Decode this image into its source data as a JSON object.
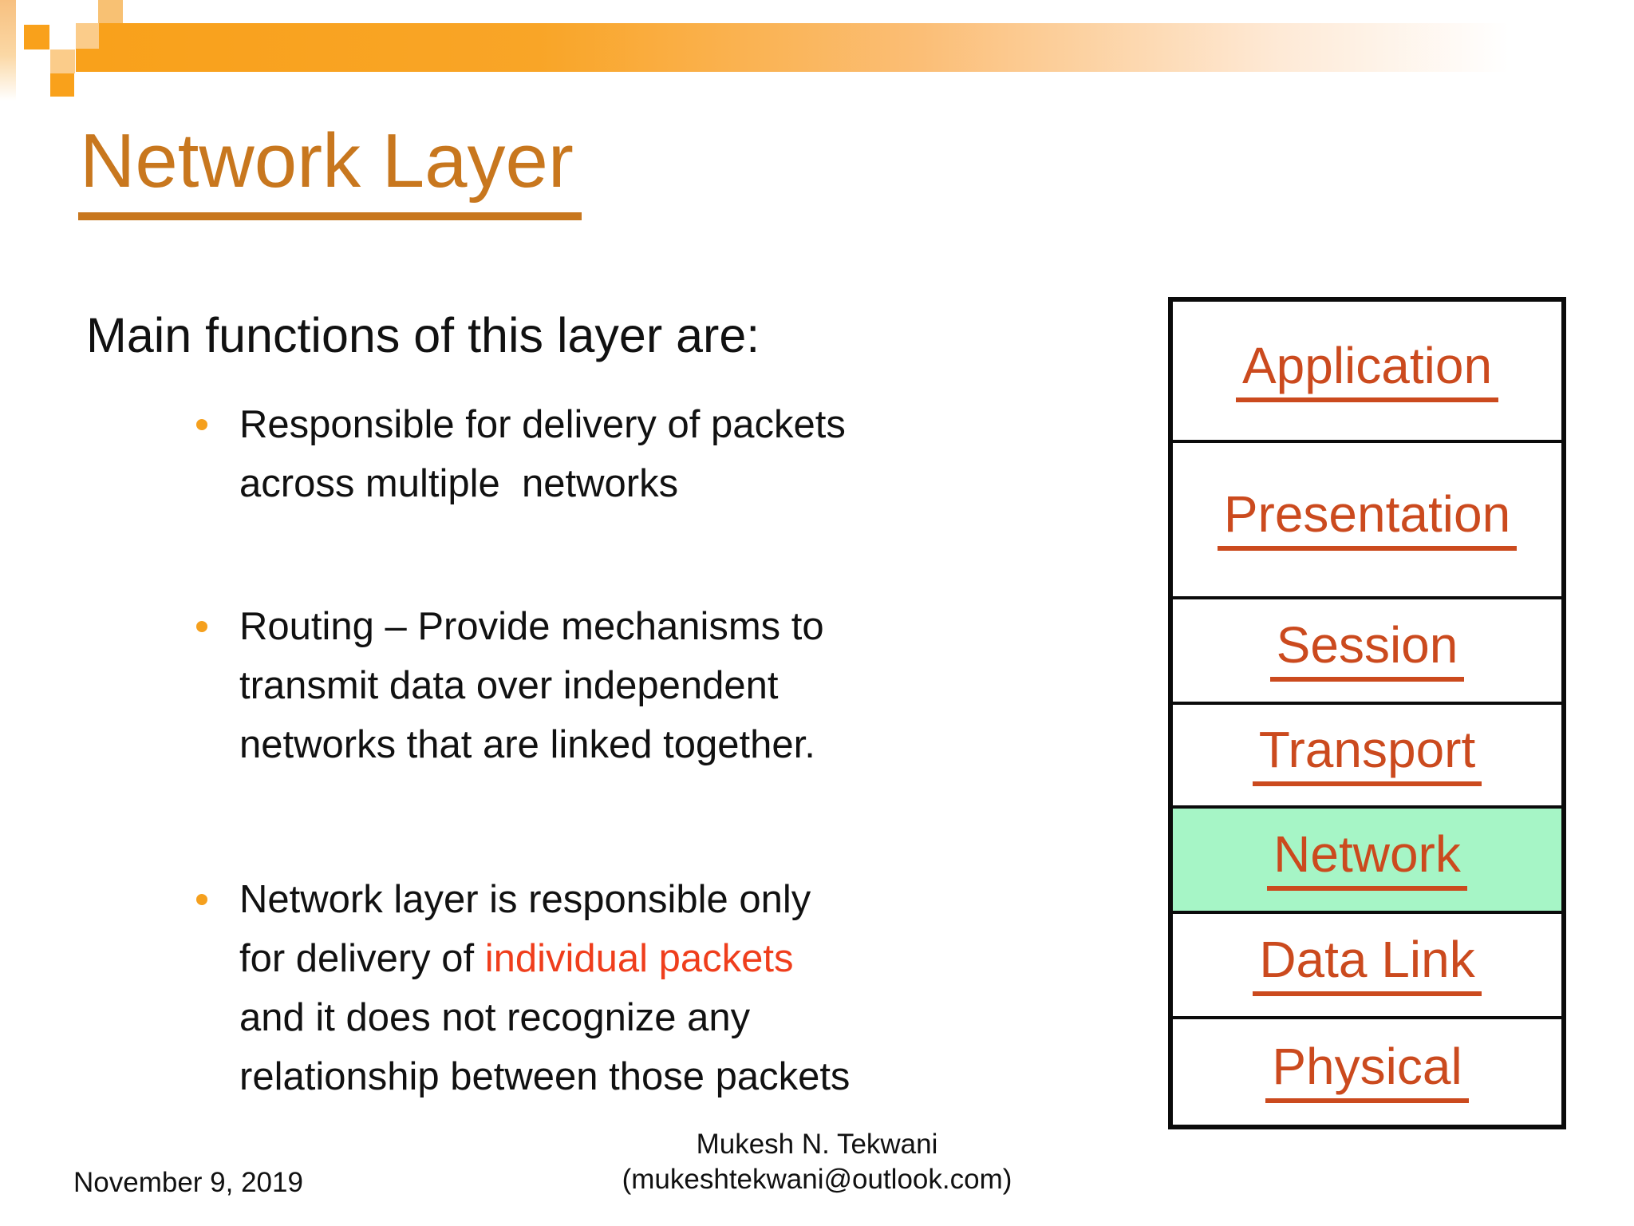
{
  "colors": {
    "banner_orange": "#F9A11B",
    "banner_light_square": "#FBCC8A",
    "banner_mid_square": "#F8C173",
    "title_orange": "#C8771E",
    "bullet_dot_orange": "#F5A01E",
    "body_text": "#111111",
    "table_text_red": "#CB4A1E",
    "emphasis_red": "#EF3E1C",
    "network_highlight_green": "#A6F5C6",
    "table_border": "#0B0B0B"
  },
  "slide": {
    "title": "Network Layer",
    "heading": "Main functions of this layer are:",
    "bullets": [
      {
        "lines": [
          [
            {
              "t": "Responsible for delivery of packets"
            }
          ],
          [
            {
              "t": "across multiple  networks"
            }
          ]
        ]
      },
      {
        "lines": [
          [
            {
              "t": "Routing – Provide mechanisms to"
            }
          ],
          [
            {
              "t": "transmit data over independent"
            }
          ],
          [
            {
              "t": "networks that are linked together."
            }
          ]
        ]
      },
      {
        "lines": [
          [
            {
              "t": "Network layer is responsible only"
            }
          ],
          [
            {
              "t": "for delivery of "
            },
            {
              "t": "individual packets",
              "color": "#EF3E1C"
            }
          ],
          [
            {
              "t": "and it does not recognize any"
            }
          ],
          [
            {
              "t": "relationship between those packets"
            }
          ]
        ]
      }
    ],
    "osi_stack": {
      "layers": [
        {
          "label": "Application",
          "highlighted": false
        },
        {
          "label": "Presentation",
          "highlighted": false
        },
        {
          "label": "Session",
          "highlighted": false
        },
        {
          "label": "Transport",
          "highlighted": false
        },
        {
          "label": "Network",
          "highlighted": true
        },
        {
          "label": "Data Link",
          "highlighted": false
        },
        {
          "label": "Physical",
          "highlighted": false
        }
      ]
    },
    "footer": {
      "date": "November 9, 2019",
      "author": "Mukesh N. Tekwani",
      "email": "(mukeshtekwani@outlook.com)"
    }
  }
}
